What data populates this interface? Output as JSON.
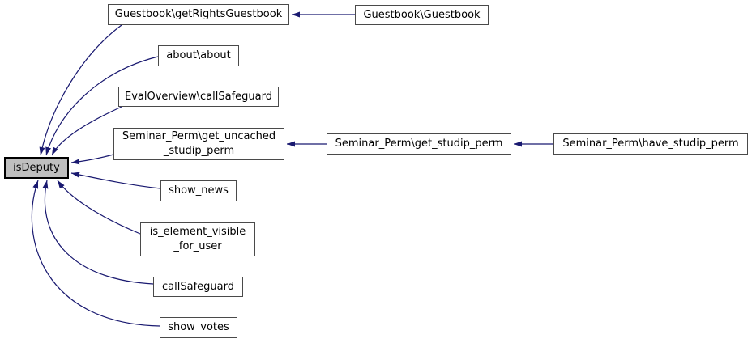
{
  "diagram": {
    "type": "call-graph",
    "focus": "isDeputy"
  },
  "colors": {
    "background": "#ffffff",
    "edge": "#191970",
    "node_fill": "#ffffff",
    "node_border": "#4a4a4a",
    "focus_fill": "#bfbfbf",
    "focus_border": "#000000",
    "text": "#000000"
  },
  "nodes": {
    "isDeputy": {
      "label": "isDeputy"
    },
    "getRightsGuestbook": {
      "label": "Guestbook\\getRightsGuestbook"
    },
    "guestbook": {
      "label": "Guestbook\\Guestbook"
    },
    "about": {
      "label": "about\\about"
    },
    "evalOverviewCallSafeguard": {
      "label": "EvalOverview\\callSafeguard"
    },
    "getUncachedStudipPerm": {
      "label": "Seminar_Perm\\get_uncached\n_studip_perm"
    },
    "getStudipPerm": {
      "label": "Seminar_Perm\\get_studip_perm"
    },
    "haveStudipPerm": {
      "label": "Seminar_Perm\\have_studip_perm"
    },
    "showNews": {
      "label": "show_news"
    },
    "isElementVisibleForUser": {
      "label": "is_element_visible\n_for_user"
    },
    "callSafeguard": {
      "label": "callSafeguard"
    },
    "showVotes": {
      "label": "show_votes"
    }
  },
  "edges": [
    {
      "from": "Guestbook\\getRightsGuestbook",
      "to": "isDeputy"
    },
    {
      "from": "about\\about",
      "to": "isDeputy"
    },
    {
      "from": "EvalOverview\\callSafeguard",
      "to": "isDeputy"
    },
    {
      "from": "Seminar_Perm\\get_uncached_studip_perm",
      "to": "isDeputy"
    },
    {
      "from": "show_news",
      "to": "isDeputy"
    },
    {
      "from": "is_element_visible_for_user",
      "to": "isDeputy"
    },
    {
      "from": "callSafeguard",
      "to": "isDeputy"
    },
    {
      "from": "show_votes",
      "to": "isDeputy"
    },
    {
      "from": "Guestbook\\Guestbook",
      "to": "Guestbook\\getRightsGuestbook"
    },
    {
      "from": "Seminar_Perm\\get_studip_perm",
      "to": "Seminar_Perm\\get_uncached_studip_perm"
    },
    {
      "from": "Seminar_Perm\\have_studip_perm",
      "to": "Seminar_Perm\\get_studip_perm"
    }
  ]
}
